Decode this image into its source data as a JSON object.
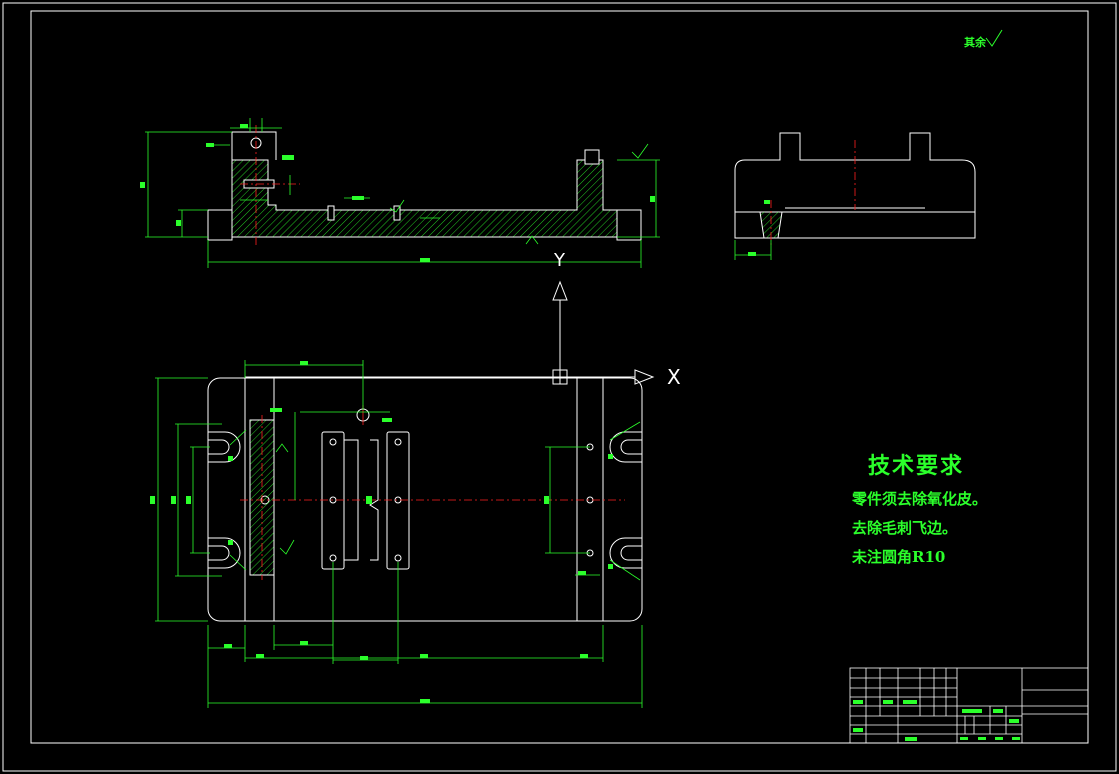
{
  "drawing": {
    "roughness_note": "其余",
    "axis_x": "X",
    "axis_y": "Y",
    "notes_title": "技术要求",
    "notes": [
      "零件须去除氧化皮。",
      "去除毛刺飞边。",
      "未注圆角R10"
    ]
  },
  "colors": {
    "background": "#000000",
    "outline": "#ffffff",
    "dimension": "#2bff2b",
    "centerline": "#ff2020",
    "hatch": "#2bff2b"
  }
}
